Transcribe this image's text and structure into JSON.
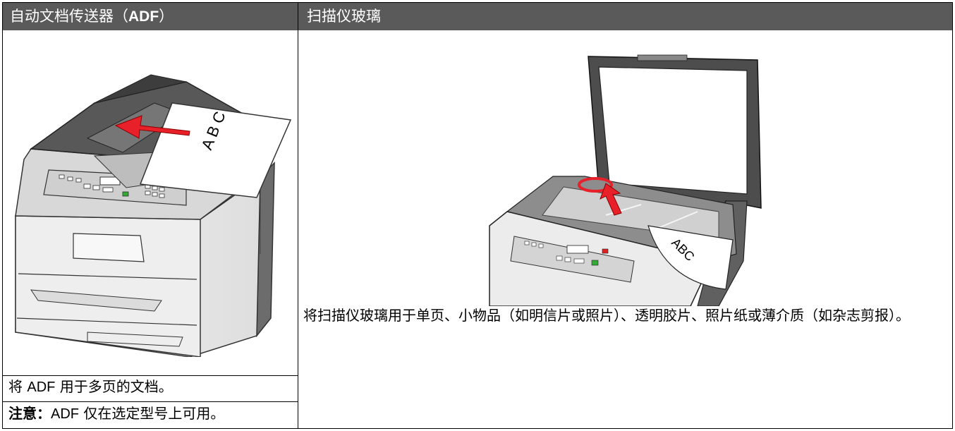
{
  "headers": {
    "adf_prefix": "自动文档传送器（",
    "adf_abbr": "ADF",
    "adf_suffix": "）",
    "glass": "扫描仪玻璃"
  },
  "left": {
    "use_line_prefix": "将 ",
    "use_line_abbr": "ADF",
    "use_line_suffix": " 用于多页的文档。",
    "note_label": "注意：",
    "note_abbr": "ADF",
    "note_text": " 仅在选定型号上可用。"
  },
  "right": {
    "description": "将扫描仪玻璃用于单页、小物品（如明信片或照片）、透明胶片、照片纸或薄介质（如杂志剪报）。"
  },
  "illustrations": {
    "adf_page_text": "A B C",
    "glass_page_text": "ABC"
  },
  "colors": {
    "header_bg": "#5a5a5a",
    "header_text": "#ffffff",
    "arrow": "#e8202a",
    "border": "#000000"
  }
}
